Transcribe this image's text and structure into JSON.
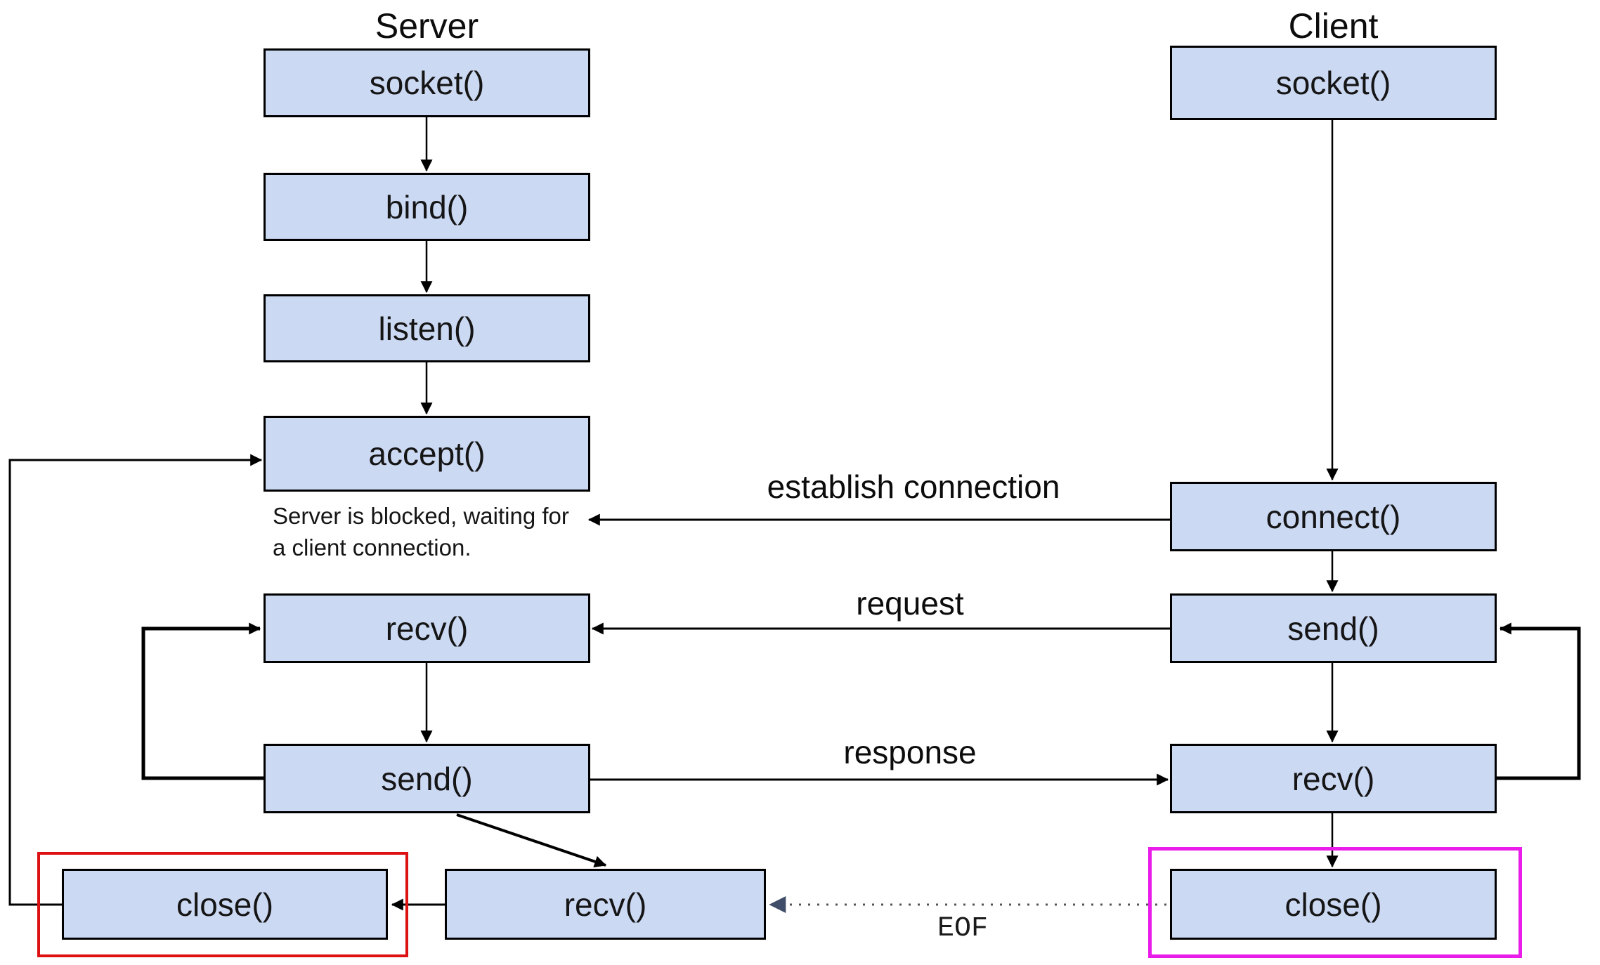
{
  "server": {
    "title": "Server",
    "socket_label": "socket()",
    "bind_label": "bind()",
    "listen_label": "listen()",
    "accept_label": "accept()",
    "recv_label": "recv()",
    "send_label": "send()",
    "close_label": "close()",
    "recv2_label": "recv()",
    "blocked_note_line1": "Server is blocked, waiting for",
    "blocked_note_line2": "a client connection."
  },
  "client": {
    "title": "Client",
    "socket_label": "socket()",
    "connect_label": "connect()",
    "send_label": "send()",
    "recv_label": "recv()",
    "close_label": "close()"
  },
  "edges": {
    "establish_label": "establish connection",
    "request_label": "request",
    "response_label": "response",
    "eof_label": "EOF"
  },
  "colors": {
    "box_fill": "#ccd9f3",
    "box_border": "#000000",
    "arrow": "#000000",
    "server_close_highlight": "#dd1111",
    "client_close_highlight": "#ea1cea",
    "eof_line": "#555555",
    "eof_arrowhead": "#3f4d68"
  }
}
